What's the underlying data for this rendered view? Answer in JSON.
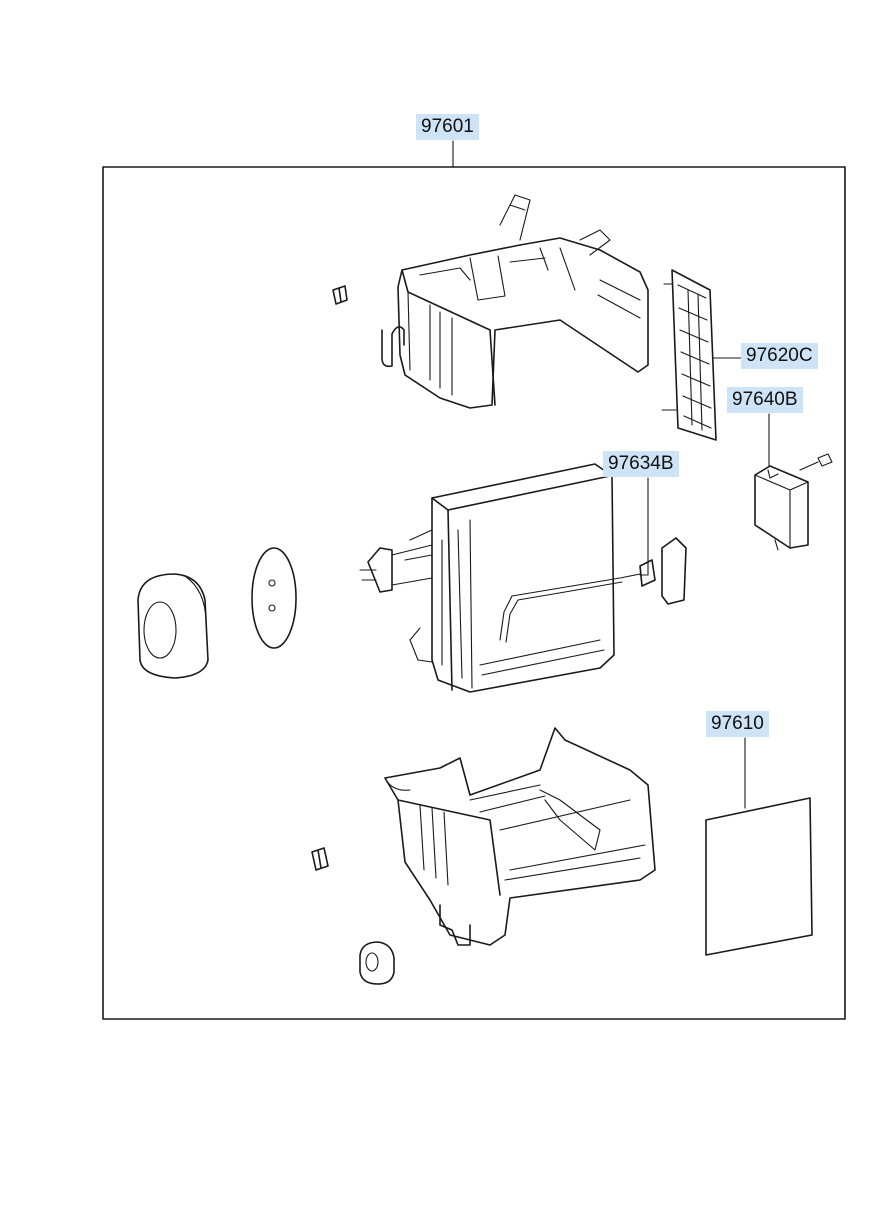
{
  "labels": {
    "assembly": "97601",
    "filter_grille": "97620C",
    "module": "97640B",
    "evaporator_sensor": "97634B",
    "insulation_pad": "97610"
  },
  "colors": {
    "label_background": "#cfe3f7",
    "line": "#1a1a1a",
    "background": "#ffffff"
  }
}
